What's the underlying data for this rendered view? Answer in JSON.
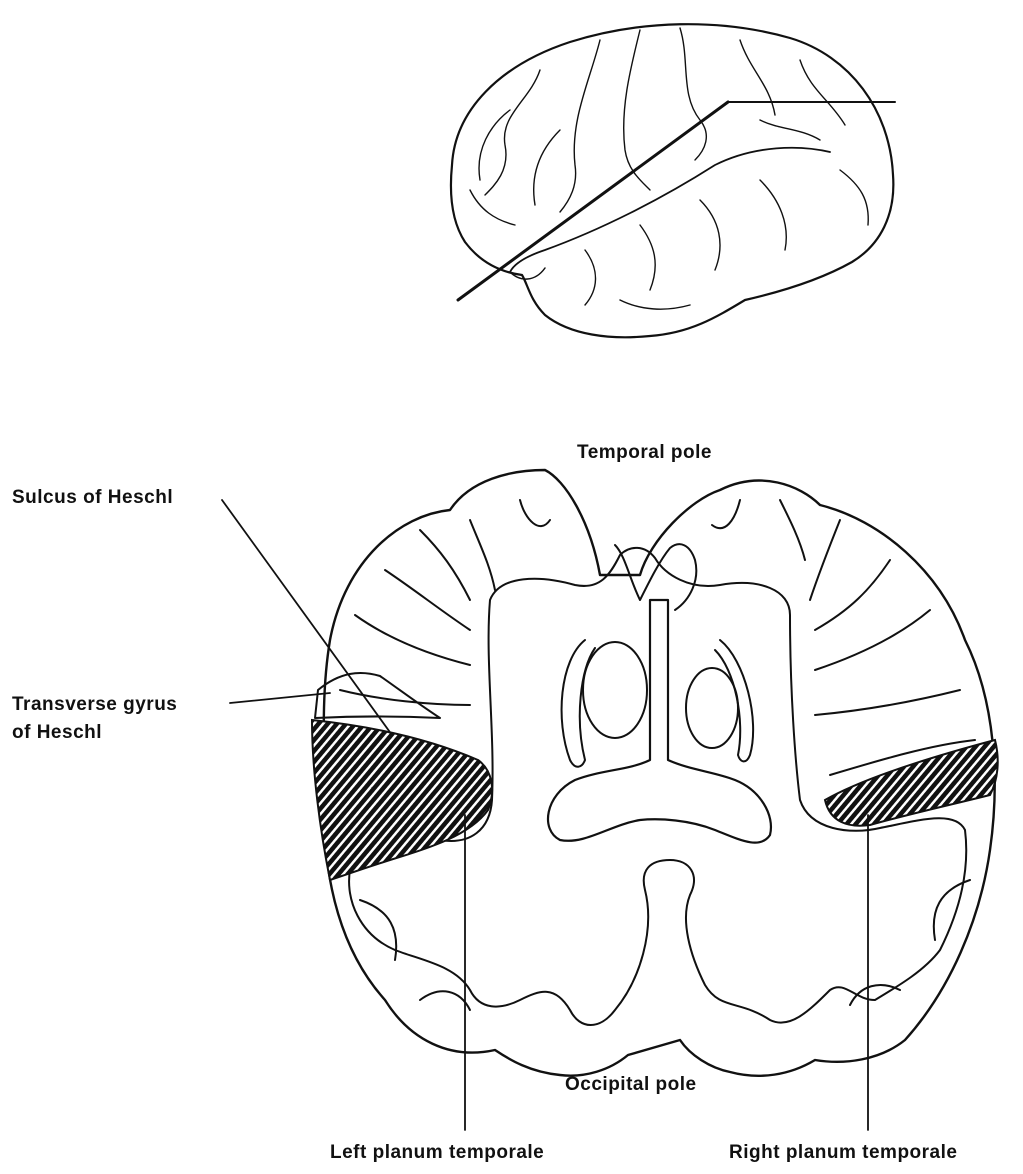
{
  "diagram": {
    "labels": {
      "temporal_pole": "Temporal pole",
      "sulcus_of_heschl": "Sulcus of Heschl",
      "transverse_gyrus_line1": "Transverse gyrus",
      "transverse_gyrus_line2": "of Heschl",
      "occipital_pole": "Occipital pole",
      "left_planum_temporale": "Left planum temporale",
      "right_planum_temporale": "Right planum temporale"
    },
    "colors": {
      "ink": "#111111",
      "background": "#ffffff"
    }
  }
}
